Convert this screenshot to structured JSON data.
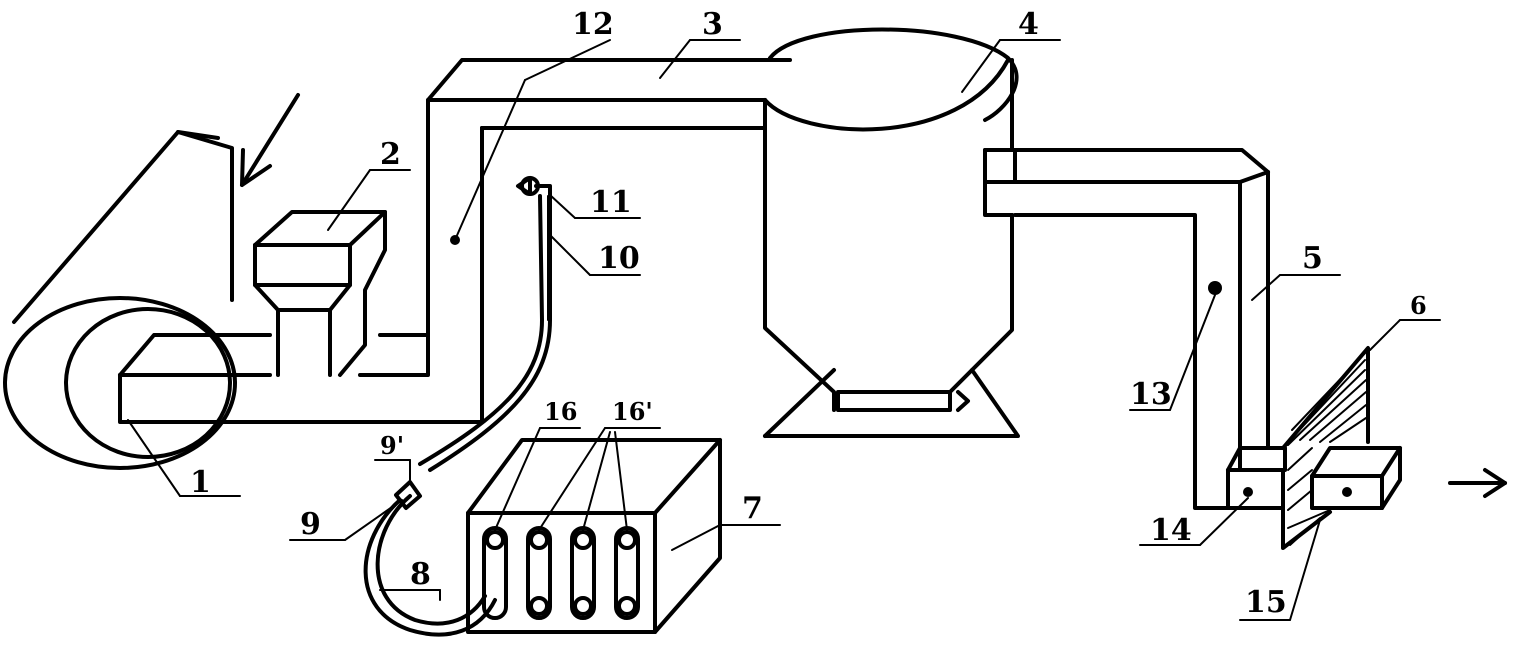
{
  "labels": {
    "l1": "1",
    "l2": "2",
    "l3": "3",
    "l4": "4",
    "l5": "5",
    "l6": "6",
    "l7": "7",
    "l8": "8",
    "l9": "9",
    "l9p": "9'",
    "l10": "10",
    "l11": "11",
    "l12": "12",
    "l13": "13",
    "l14": "14",
    "l15": "15",
    "l16": "16",
    "l16p": "16'"
  },
  "colors": {
    "line": "#000000",
    "background": "#ffffff"
  }
}
